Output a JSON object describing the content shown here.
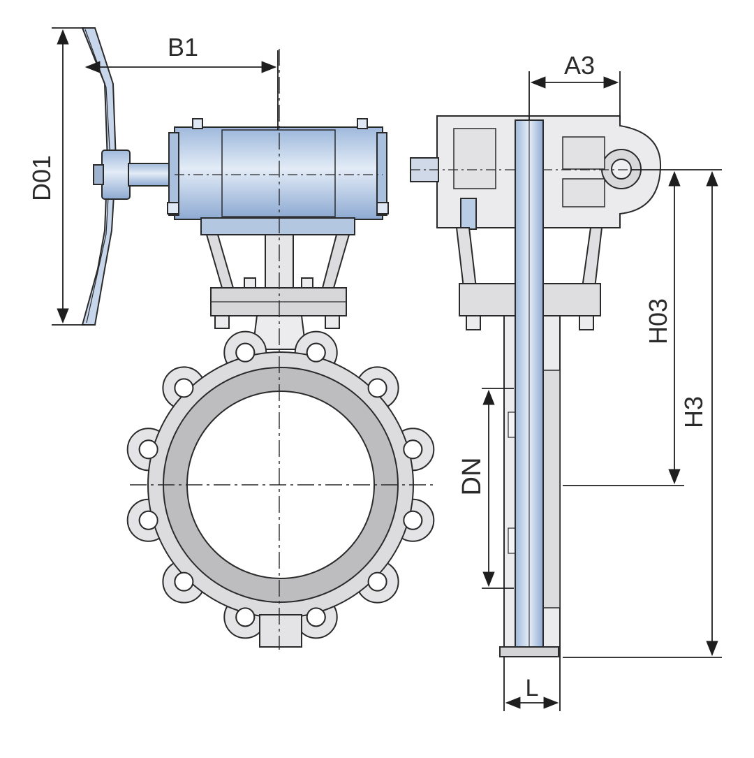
{
  "labels": {
    "d01": "D01",
    "b1": "B1",
    "a3": "A3",
    "h03": "H03",
    "h3": "H3",
    "dn": "DN",
    "l": "L"
  },
  "colors": {
    "line": "#2a2a2a",
    "steel_blue": "#b9cde6",
    "steel_blue_dark": "#7f9fc8",
    "steel_highlight": "#e6eef8",
    "grey_body": "#c9c9cb",
    "grey_light": "#ececee",
    "white": "#ffffff"
  }
}
